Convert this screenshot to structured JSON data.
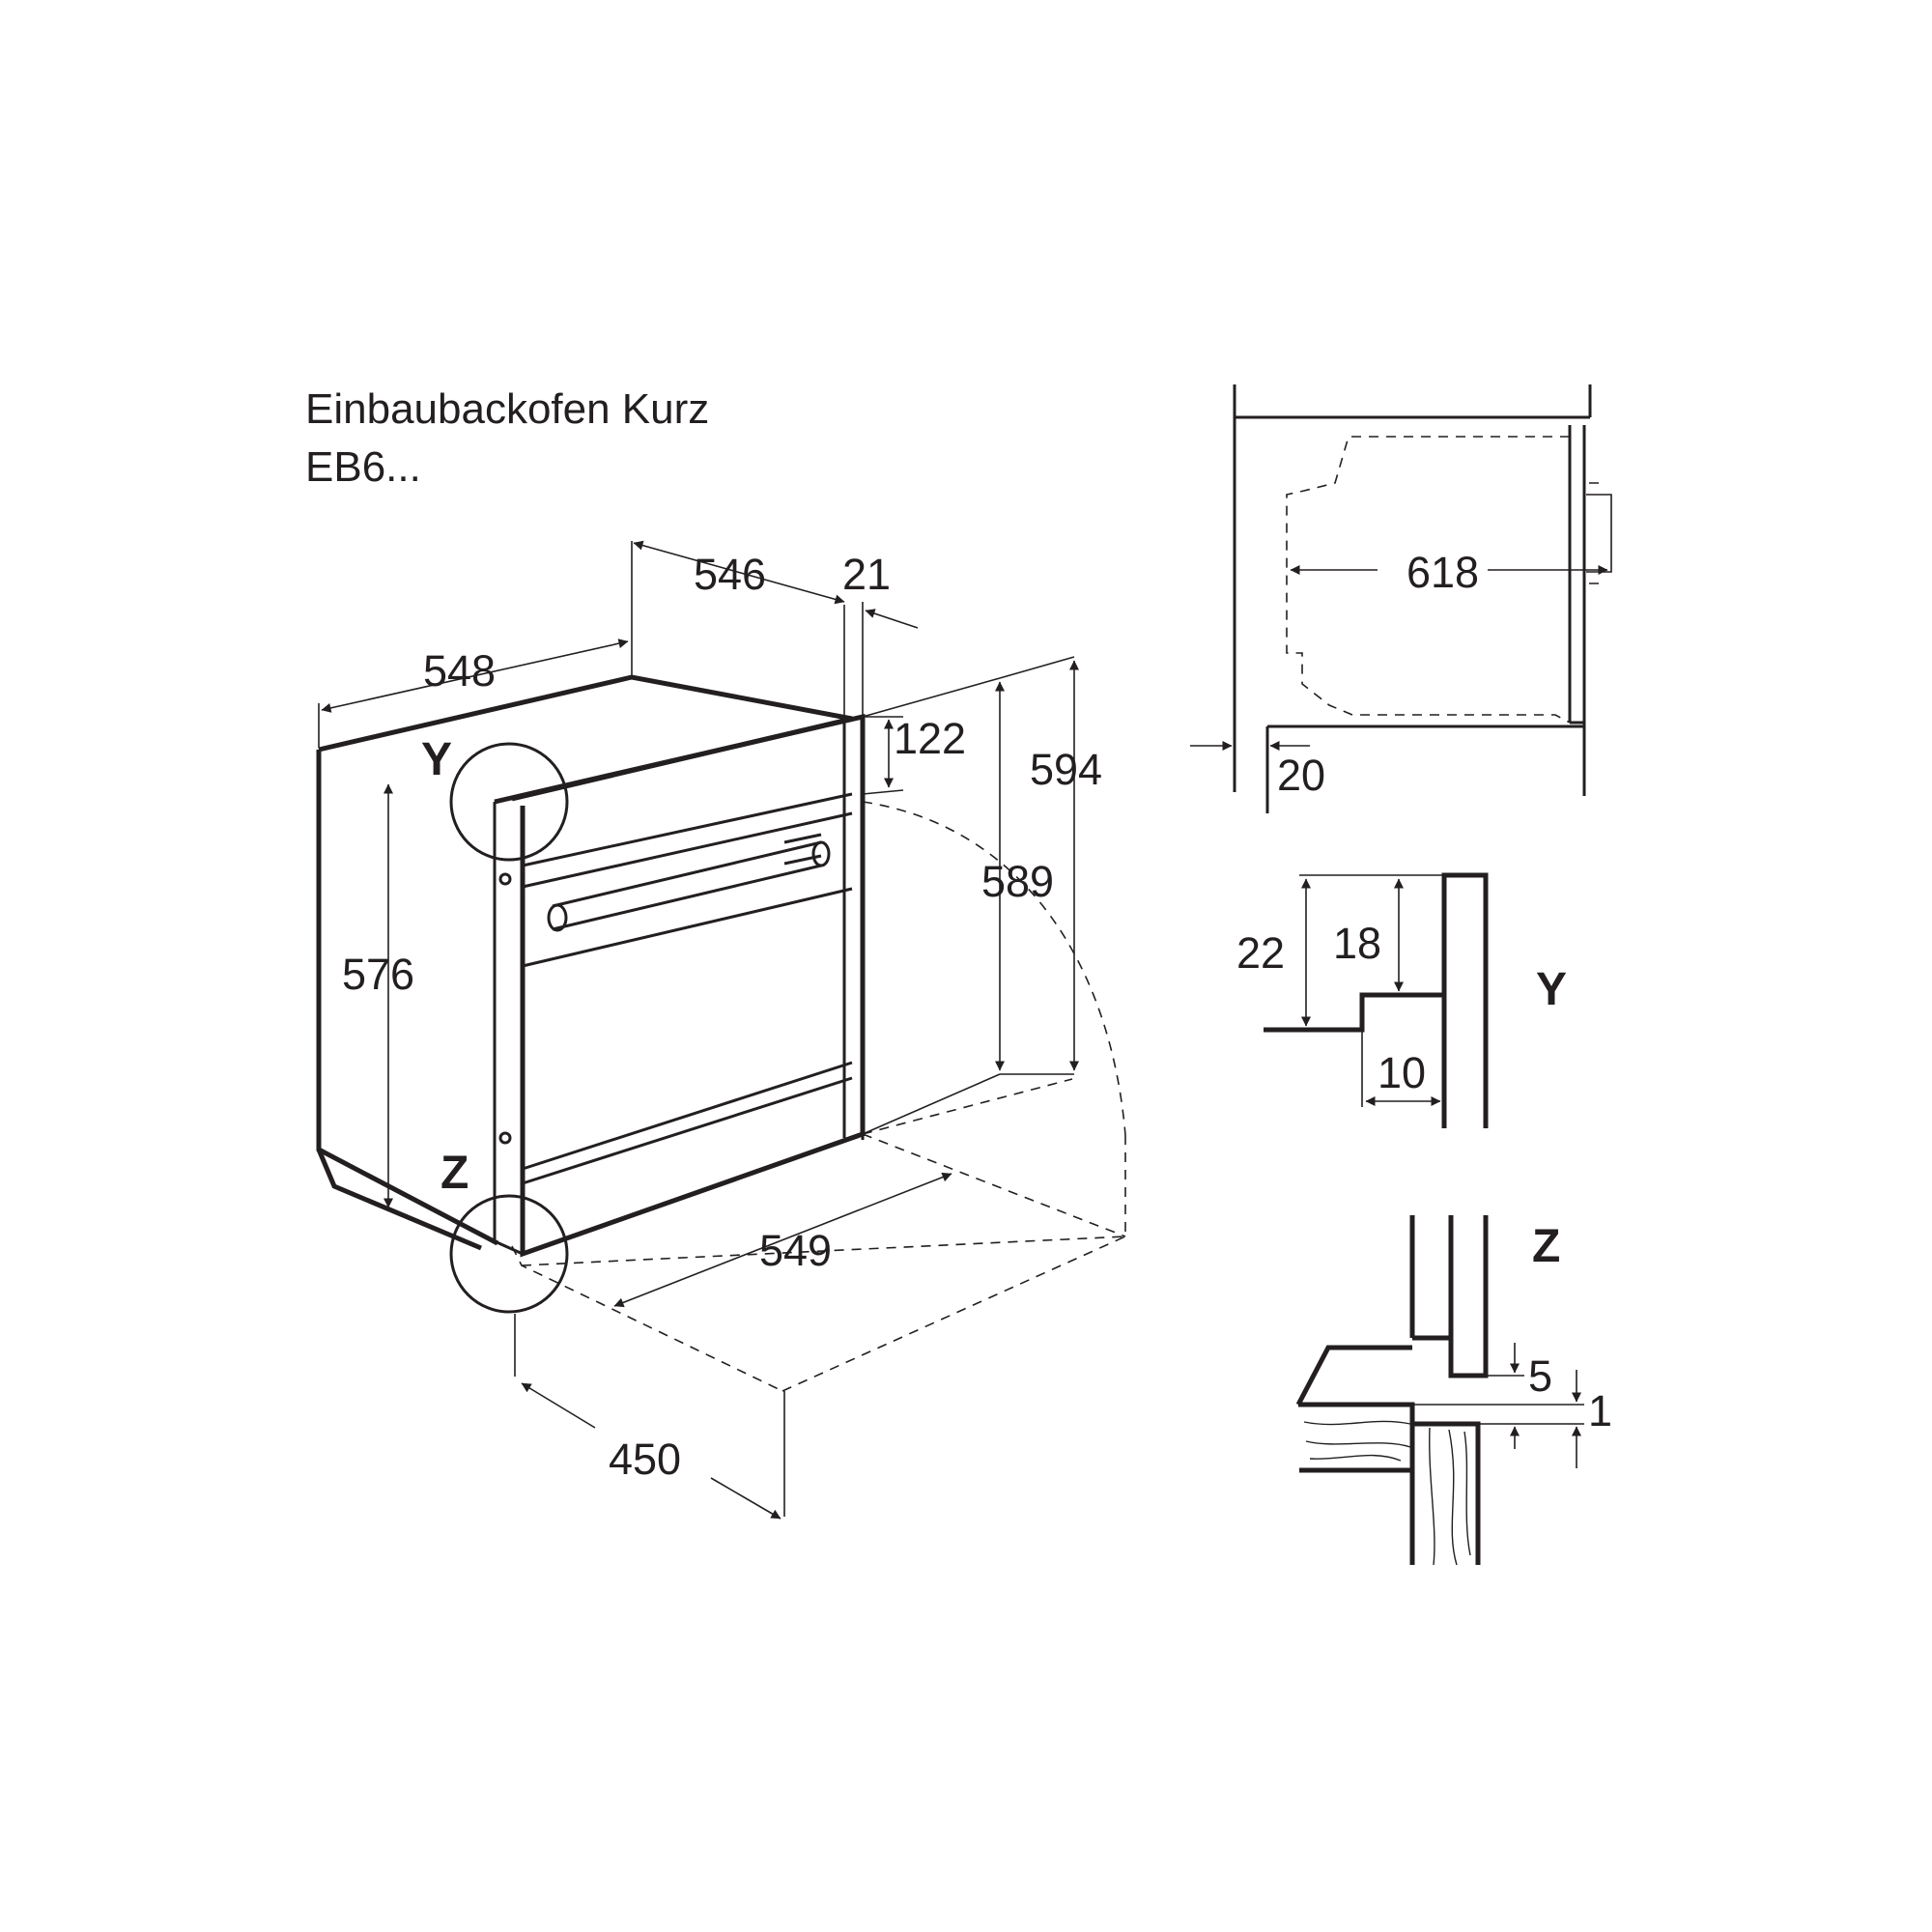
{
  "title": {
    "line1": "Einbaubackofen Kurz",
    "line2": "EB6..."
  },
  "detail_labels": {
    "y": "Y",
    "z": "Z"
  },
  "dimensions": {
    "oven_width": "548",
    "oven_depth": "546",
    "front_thickness": "21",
    "control_panel_height": "122",
    "front_height": "594",
    "cavity_height_min": "589",
    "oven_body_height": "576",
    "cavity_width_min": "549",
    "cavity_depth_min": "450",
    "total_depth": "618",
    "front_offset": "20",
    "y_step_total": "22",
    "y_step_upper": "18",
    "y_step_width": "10",
    "z_gap": "5",
    "z_gap_lower": "1"
  },
  "icons": {
    "detail_marker": "magnifier-circle"
  }
}
